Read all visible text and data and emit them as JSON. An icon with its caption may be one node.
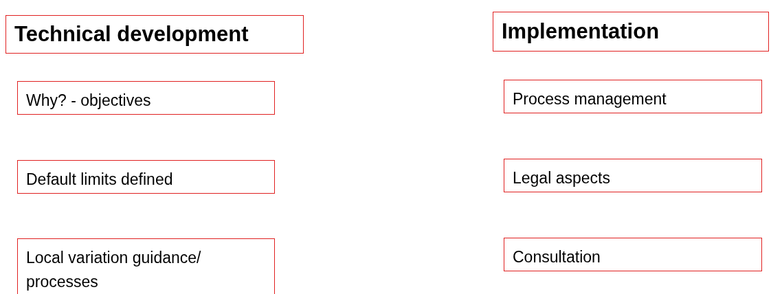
{
  "diagram": {
    "nodes": [
      {
        "text": [
          "Technical development"
        ]
      },
      {
        "text": [
          "Why? - objectives"
        ]
      },
      {
        "text": [
          "Default limits defined"
        ]
      },
      {
        "text": [
          "Local variation guidance/ processes"
        ]
      },
      {
        "text": [
          "Implementation"
        ]
      },
      {
        "text": [
          "Process management"
        ]
      },
      {
        "text": [
          "Legal aspects"
        ]
      },
      {
        "text": [
          "Consultation"
        ]
      }
    ]
  }
}
